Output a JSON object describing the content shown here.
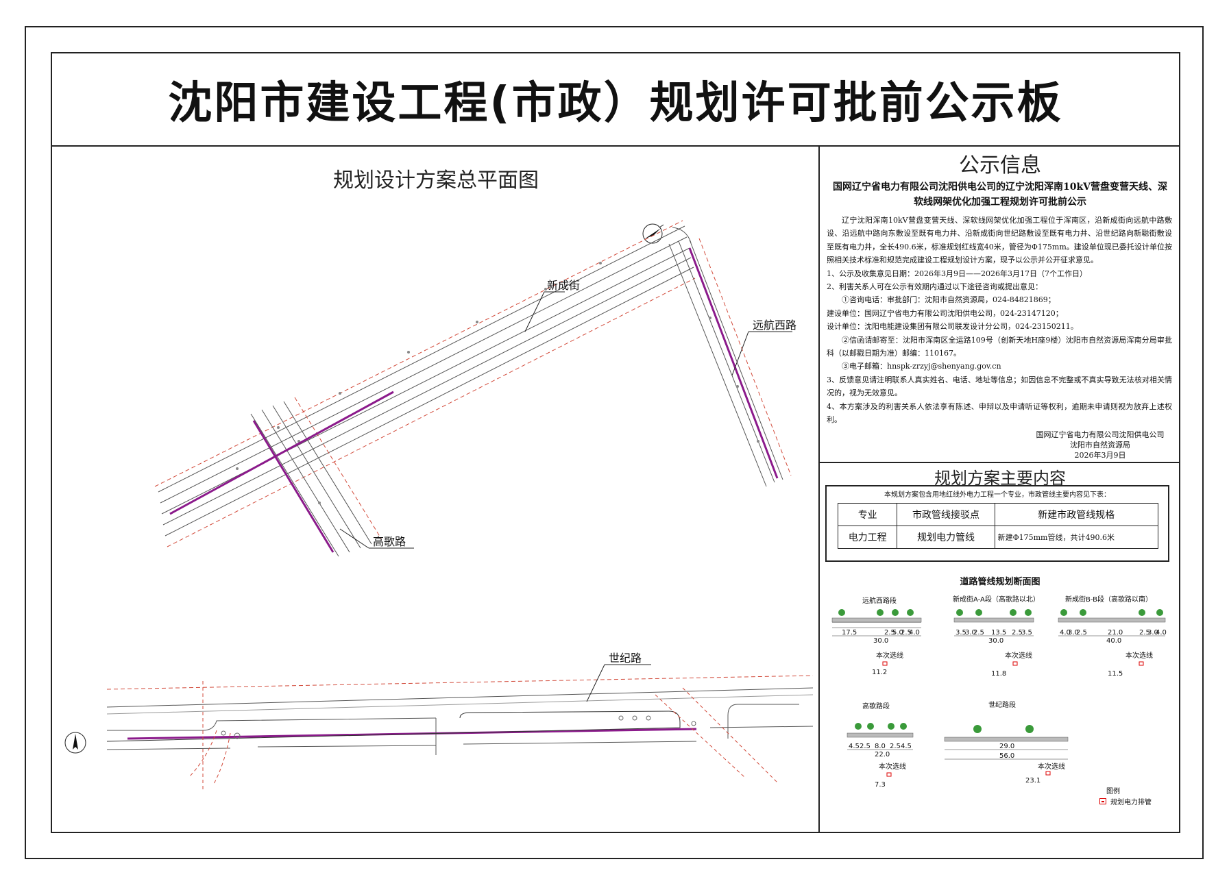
{
  "board": {
    "title": "沈阳市建设工程(市政）规划许可批前公示板"
  },
  "plan": {
    "title": "规划设计方案总平面图",
    "road_labels": {
      "xinchengjie": "新成街",
      "yuanhangxilu": "远航西路",
      "gaogelu": "高歌路",
      "shijilu": "世纪路"
    },
    "colors": {
      "pipeline": "#8b1a8b",
      "roadline": "#444444",
      "redline": "#d24a3a"
    }
  },
  "notice": {
    "title": "公示信息",
    "heading": "国网辽宁省电力有限公司沈阳供电公司的辽宁沈阳浑南10kV营盘变营天线、深软线网架优化加强工程规划许可批前公示",
    "intro": "辽宁沈阳浑南10kV营盘变营天线、深软线网架优化加强工程位于浑南区，沿新成街向远航中路敷设、沿远航中路向东敷设至既有电力井、沿新成街向世纪路敷设至既有电力井、沿世纪路向新聪街敷设至既有电力井，全长490.6米，标准规划红线宽40米，管径为Φ175mm。建设单位现已委托设计单位按照相关技术标准和规范完成建设工程规划设计方案，现予以公示并公开征求意见。",
    "item1": "1、公示及收集意见日期：2026年3月9日——2026年3月17日（7个工作日）",
    "item2": "2、利害关系人可在公示有效期内通过以下途径咨询或提出意见：",
    "item2_1": "①咨询电话：审批部门：沈阳市自然资源局，024-84821869；",
    "item2_2": "建设单位：国网辽宁省电力有限公司沈阳供电公司，024-23147120；",
    "item2_3": "设计单位：沈阳电能建设集团有限公司联发设计分公司，024-23150211。",
    "item2_4": "②信函请邮寄至：沈阳市浑南区全运路109号（创新天地H座9楼）沈阳市自然资源局浑南分局审批科（以邮戳日期为准）邮编：110167。",
    "item2_5": "③电子邮箱：hnspk-zrzyj@shenyang.gov.cn",
    "item3": "3、反馈意见请注明联系人真实姓名、电话、地址等信息；如因信息不完整或不真实导致无法核对相关情况的，视为无效意见。",
    "item4": "4、本方案涉及的利害关系人依法享有陈述、申辩以及申请听证等权利，逾期未申请则视为放弃上述权利。",
    "sign_org1": "国网辽宁省电力有限公司沈阳供电公司",
    "sign_org2": "沈阳市自然资源局",
    "sign_date": "2026年3月9日"
  },
  "content": {
    "title": "规划方案主要内容",
    "note": "本规划方案包含用地红线外电力工程一个专业，市政管线主要内容见下表：",
    "headers": [
      "专业",
      "市政管线接驳点",
      "新建市政管线规格"
    ],
    "row": [
      "电力工程",
      "规划电力管线",
      "新建Φ175mm管线，共计490.6米"
    ]
  },
  "sections": {
    "title": "道路管线规划断面图",
    "labels": [
      "远航西路段",
      "新成街A-A段（高歌路以北）",
      "新成街B-B段（高歌路以南）",
      "高歌路段",
      "世纪路段"
    ],
    "this_line": "本次选线",
    "dims": {
      "yuanhang": [
        "17.5",
        "2.5",
        "5.0",
        "2.5",
        "4.0",
        "30.0",
        "11.2"
      ],
      "xincheng_a": [
        "3.5",
        "3.0",
        "2.5",
        "13.5",
        "2.5",
        "3.5",
        "30.0",
        "11.8"
      ],
      "xincheng_b": [
        "4.0",
        "3.0",
        "2.5",
        "21.0",
        "2.5",
        "3.0",
        "4.0",
        "40.0",
        "11.5"
      ],
      "gaoge": [
        "4.5",
        "2.5",
        "8.0",
        "2.5",
        "4.5",
        "22.0",
        "7.3"
      ],
      "shiji": [
        "29.0",
        "56.0",
        "23.1"
      ]
    }
  },
  "legend": {
    "title": "图例",
    "item": "规划电力排管"
  }
}
